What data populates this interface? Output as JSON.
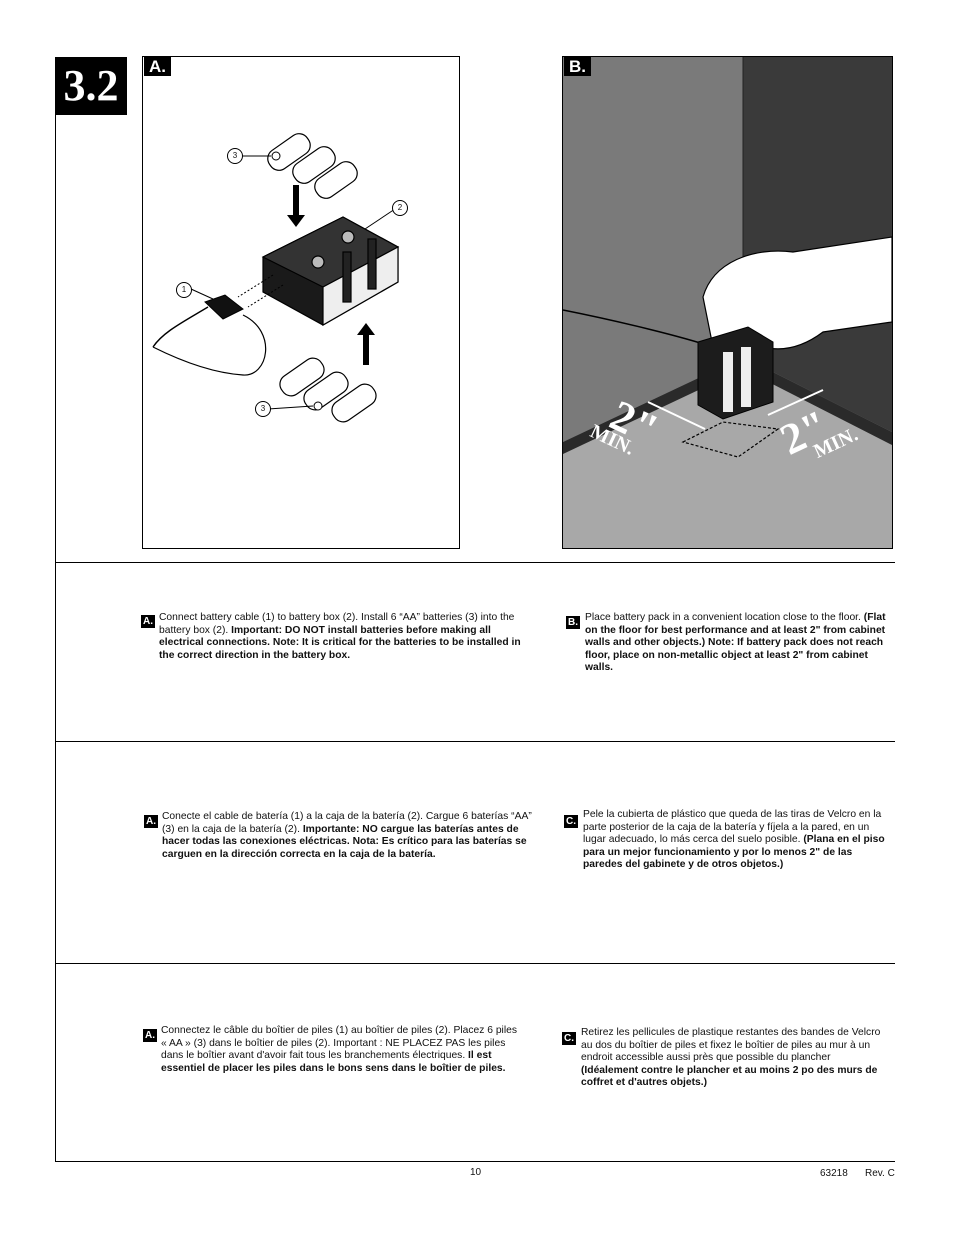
{
  "step_label": "3.2",
  "panels": {
    "a_tag": "A.",
    "b_tag": "B.",
    "callouts": {
      "c1": "1",
      "c2": "2",
      "c3a": "3",
      "c3b": "3"
    },
    "dims": {
      "left": "2\"",
      "left_min": "MIN.",
      "right": "2\"",
      "right_min": "MIN."
    }
  },
  "english": {
    "a_label": "A.",
    "a_plain": "Connect battery cable (1) to battery box (2). Install 6 “AA” batteries (3) into the battery box (2). ",
    "a_bold": "Important: DO NOT install batteries before making all electrical connections. Note: It is critical for the batteries to be installed in the correct direction in the battery box.",
    "b_label": "B.",
    "b_plain": "Place battery pack in a convenient location close to the floor. ",
    "b_bold": "(Flat on the floor for best performance and at least 2\" from cabinet walls and other objects.) Note: If battery pack does not reach floor, place on non-metallic object at least 2\" from cabinet walls."
  },
  "spanish": {
    "a_label": "A.",
    "a_plain": "Conecte el cable de batería (1) a la caja de la batería (2). Cargue 6 baterías “AA” (3) en la caja de la batería (2). ",
    "a_bold": "Importante: NO cargue las baterías antes de hacer todas las conexiones eléctricas. Nota: Es crítico para las baterías se carguen en la dirección correcta en la caja de la batería.",
    "c_label": "C.",
    "c_plain": "Pele la cubierta de plástico que queda de las tiras de Velcro en la parte posterior de la caja de la batería y fíjela a la pared, en un lugar adecuado, lo más cerca del suelo posible. ",
    "c_bold": "(Plana en el piso para un mejor funcionamiento y por lo menos 2\" de las paredes del gabinete y de otros objetos.)"
  },
  "french": {
    "a_label": "A.",
    "a_plain": "Connectez le câble du boîtier de piles (1) au boîtier de piles (2). Placez 6 piles « AA » (3) dans le boîtier de piles (2). Important : NE PLACEZ PAS les piles dans le boîtier avant d'avoir fait tous les branchements électriques. ",
    "a_bold": "Il est essentiel de placer les piles dans le bons sens dans le boîtier de piles.",
    "c_label": "C.",
    "c_plain": "Retirez les pellicules de plastique restantes des bandes de Velcro au dos du boîtier de piles et fixez le boîtier de piles au mur à un endroit accessible aussi près que possible du plancher ",
    "c_bold": "(Idéalement contre le plancher et au moins 2 po des murs de coffret et d'autres objets.)"
  },
  "footer": {
    "page": "10",
    "doc": "63218",
    "rev": "Rev. C"
  }
}
